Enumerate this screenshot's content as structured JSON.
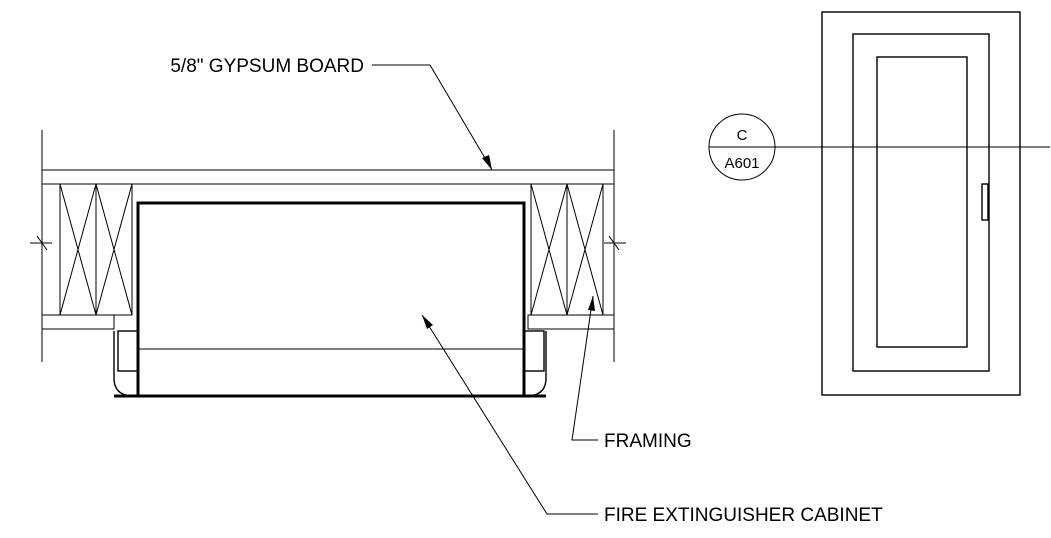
{
  "labels": {
    "gypsum": "5/8\" GYPSUM BOARD",
    "framing": "FRAMING",
    "cabinet": "FIRE EXTINGUISHER CABINET"
  },
  "section_marker": {
    "letter": "C",
    "sheet": "A601"
  }
}
